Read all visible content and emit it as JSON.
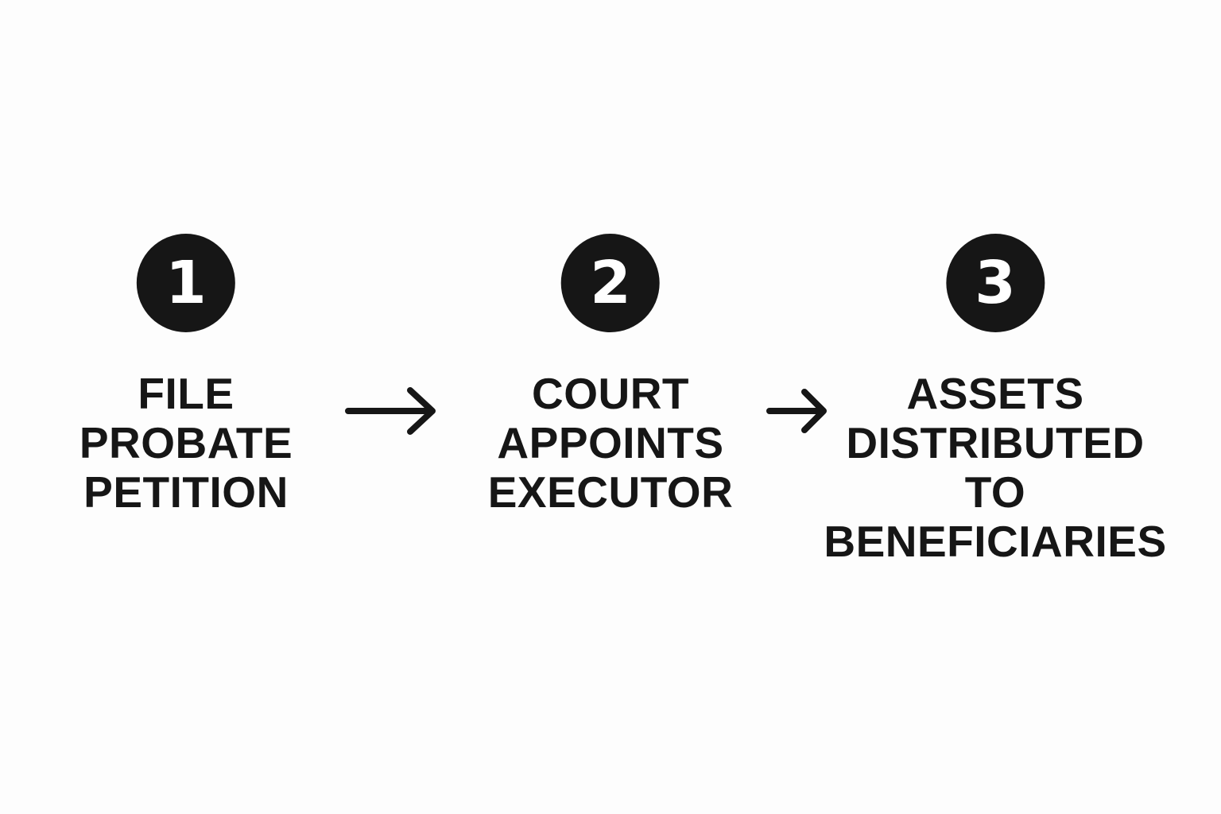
{
  "steps": [
    {
      "number": "1",
      "lines": [
        "FILE",
        "PROBATE",
        "PETITION"
      ]
    },
    {
      "number": "2",
      "lines": [
        "COURT",
        "APPOINTS",
        "EXECUTOR"
      ]
    },
    {
      "number": "3",
      "lines": [
        "ASSETS",
        "DISTRIBUTED",
        "TO",
        "BENEFICIARIES"
      ]
    }
  ],
  "arrows": [
    {
      "icon": "right-arrow-icon",
      "from": "1",
      "to": "2"
    },
    {
      "icon": "right-arrow-icon",
      "from": "2",
      "to": "3"
    }
  ],
  "colors": {
    "background": "#fdfdfd",
    "badge": "#161616",
    "text": "#161616",
    "badge_text": "#ffffff"
  }
}
